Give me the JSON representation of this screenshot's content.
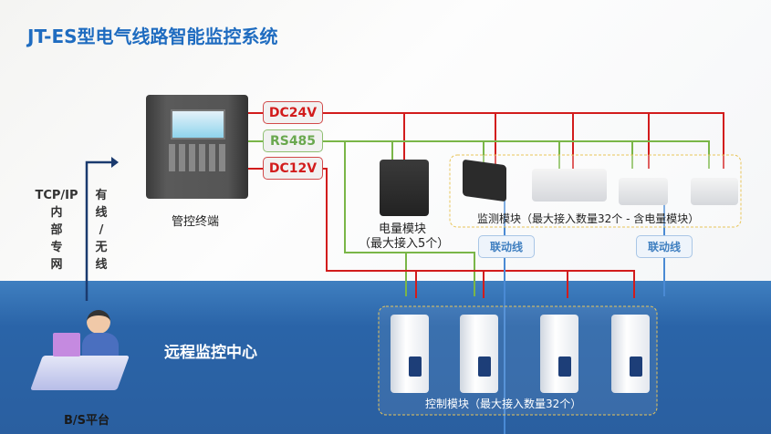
{
  "title": "JT-ES型电气线路智能监控系统",
  "terminal": {
    "label": "管控终端"
  },
  "bus": {
    "dc24": "DC24V",
    "rs485": "RS485",
    "dc12": "DC12V"
  },
  "network": {
    "left": [
      "TCP/IP",
      "内",
      "部",
      "专",
      "网"
    ],
    "right": [
      "有",
      "线",
      "/",
      "无",
      "线"
    ]
  },
  "power_module": {
    "label": "电量模块",
    "sub": "（最大接入5个）"
  },
  "monitor_modules": {
    "label": "监测模块（最大接入数量32个 - 含电量模块）"
  },
  "linkage": [
    "联动线",
    "联动线"
  ],
  "control_modules": {
    "label": "控制模块（最大接入数量32个）"
  },
  "center": "远程监控中心",
  "platform": "B/S平台",
  "colors": {
    "red": "#d21c1c",
    "green": "#7ab648",
    "blue": "#4a8ad4",
    "title": "#1f6cc0"
  }
}
